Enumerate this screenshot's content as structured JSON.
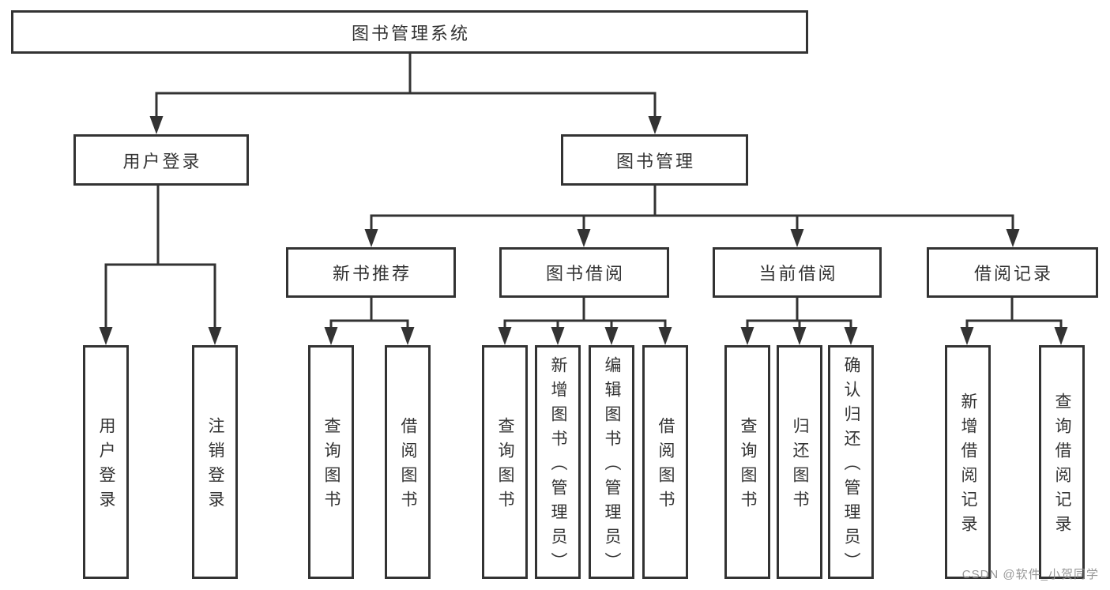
{
  "diagram": {
    "title": "图书管理系统",
    "colors": {
      "line": "#333333",
      "box_border": "#333333",
      "text": "#333333",
      "watermark_gray": "#919191",
      "background": "#ffffff"
    },
    "root": {
      "label": "图书管理系统"
    },
    "level2": [
      {
        "id": "user-login",
        "label": "用户登录"
      },
      {
        "id": "book-management",
        "label": "图书管理"
      }
    ],
    "level3": [
      {
        "id": "new-book-recommend",
        "label": "新书推荐"
      },
      {
        "id": "book-borrowing",
        "label": "图书借阅"
      },
      {
        "id": "current-borrowing",
        "label": "当前借阅"
      },
      {
        "id": "borrowing-records",
        "label": "借阅记录"
      }
    ],
    "leaves": [
      {
        "parent": "user-login",
        "label": "用户登录"
      },
      {
        "parent": "user-login",
        "label": "注销登录"
      },
      {
        "parent": "new-book-recommend",
        "label": "查询图书"
      },
      {
        "parent": "new-book-recommend",
        "label": "借阅图书"
      },
      {
        "parent": "book-borrowing",
        "label": "查询图书"
      },
      {
        "parent": "book-borrowing",
        "label": "新增图书（管理员）"
      },
      {
        "parent": "book-borrowing",
        "label": "编辑图书（管理员）"
      },
      {
        "parent": "book-borrowing",
        "label": "借阅图书"
      },
      {
        "parent": "current-borrowing",
        "label": "查询图书"
      },
      {
        "parent": "current-borrowing",
        "label": "归还图书"
      },
      {
        "parent": "current-borrowing",
        "label": "确认归还（管理员）"
      },
      {
        "parent": "borrowing-records",
        "label": "新增借阅记录"
      },
      {
        "parent": "borrowing-records",
        "label": "查询借阅记录"
      }
    ],
    "watermark": "CSDN @软件_小贺同学"
  }
}
